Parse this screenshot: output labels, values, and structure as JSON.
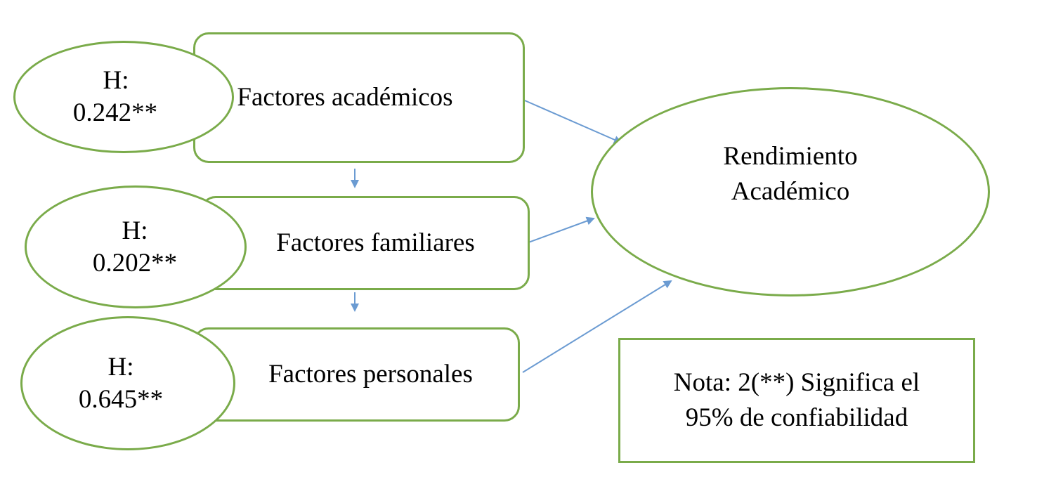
{
  "colors": {
    "shape_border": "#7aab4a",
    "arrow": "#6b9bd2",
    "text": "#000000",
    "background": "#ffffff"
  },
  "factors": [
    {
      "label": "Factores académicos",
      "h_label": "H:",
      "h_value": "0.242**"
    },
    {
      "label": "Factores familiares",
      "h_label": "H:",
      "h_value": "0.202**"
    },
    {
      "label": "Factores personales",
      "h_label": "H:",
      "h_value": "0.645**"
    }
  ],
  "target": {
    "line1": "Rendimiento",
    "line2": "Académico"
  },
  "note": {
    "line1": "Nota: 2(**) Significa el",
    "line2": "95% de confiabilidad"
  }
}
